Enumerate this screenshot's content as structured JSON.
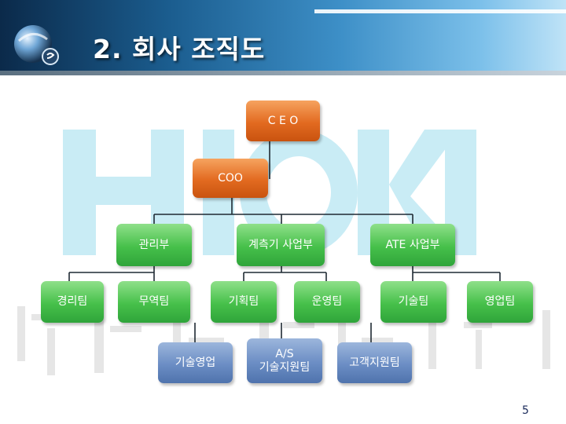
{
  "slide": {
    "title": "2. 회사 조직도",
    "page_number": "5"
  },
  "org": {
    "ceo": "C E O",
    "coo": "COO",
    "divisions": {
      "management": "관리부",
      "instrument": "계측기 사업부",
      "ate": "ATE 사업부"
    },
    "teams": {
      "accounting": "경리팀",
      "trade": "무역팀",
      "planning": "기획팀",
      "operations": "운영팀",
      "technology": "기술팀",
      "sales": "영업팀"
    },
    "sub_teams": {
      "tech_sales": "기술영업",
      "as_support": "A/S\n기술지원팀",
      "customer_support": "고객지원팀"
    }
  },
  "colors": {
    "executive": "#e26a20",
    "team": "#46c04a",
    "sub_team": "#6b8dc4",
    "watermark": "#c9ecf5"
  },
  "icons": {
    "logo": "globe-logo-icon"
  }
}
